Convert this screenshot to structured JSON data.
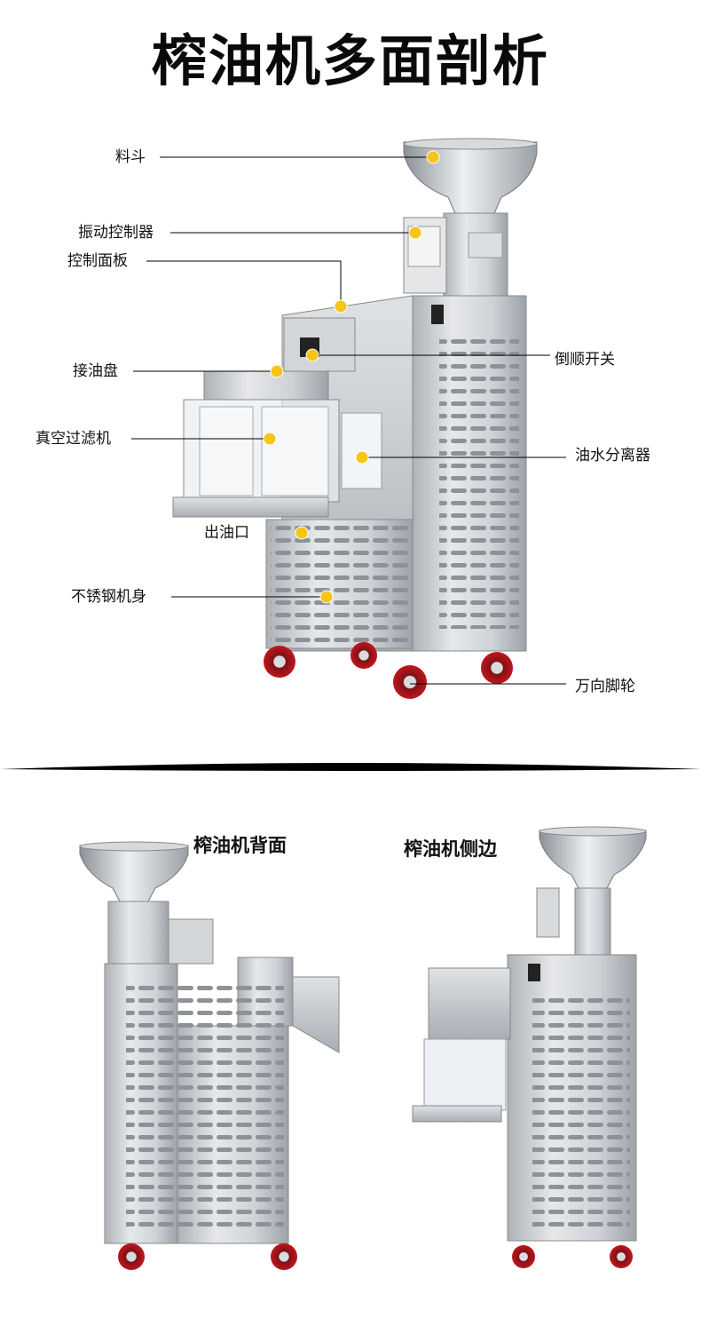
{
  "title": "榨油机多面剖析",
  "labels": {
    "hopper": "料斗",
    "vibration_controller": "振动控制器",
    "control_panel": "控制面板",
    "oil_tray": "接油盘",
    "vacuum_filter": "真空过滤机",
    "oil_outlet": "出油口",
    "stainless_body": "不锈钢机身",
    "reverse_switch": "倒顺开关",
    "oil_water_separator": "油水分离器",
    "universal_wheel": "万向脚轮"
  },
  "views": {
    "back_label": "榨油机背面",
    "side_label": "榨油机侧边"
  },
  "colors": {
    "marker": "#f5c518",
    "steel": "#c9ccd0",
    "wheel": "#c0161d",
    "line": "#000000"
  }
}
